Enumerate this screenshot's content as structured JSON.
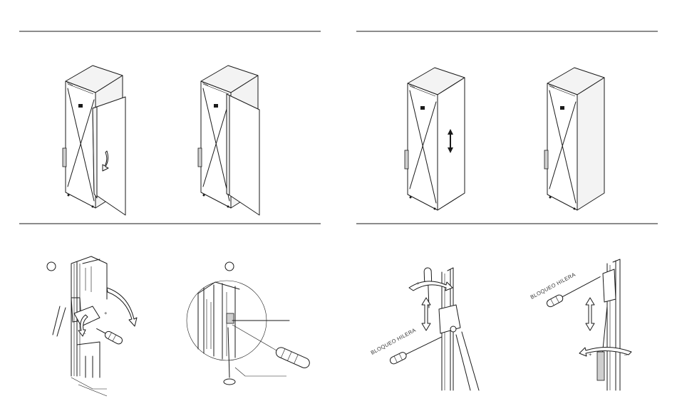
{
  "labels": {
    "hinge_lock_left": "BLOQUEO HILERA",
    "hinge_lock_right": "BLOQUEO HILERA",
    "plus": "+",
    "minus": "–"
  },
  "icons": {
    "cabinet": "cabinet-illustration",
    "screwdriver": "screwdriver-icon",
    "rotate_arrow": "curved-arrow-icon",
    "updown_arrow": "vertical-double-arrow-icon"
  },
  "colors": {
    "line": "#1a1a1a",
    "background": "#ffffff",
    "fill_grey": "#cfcfcf"
  }
}
